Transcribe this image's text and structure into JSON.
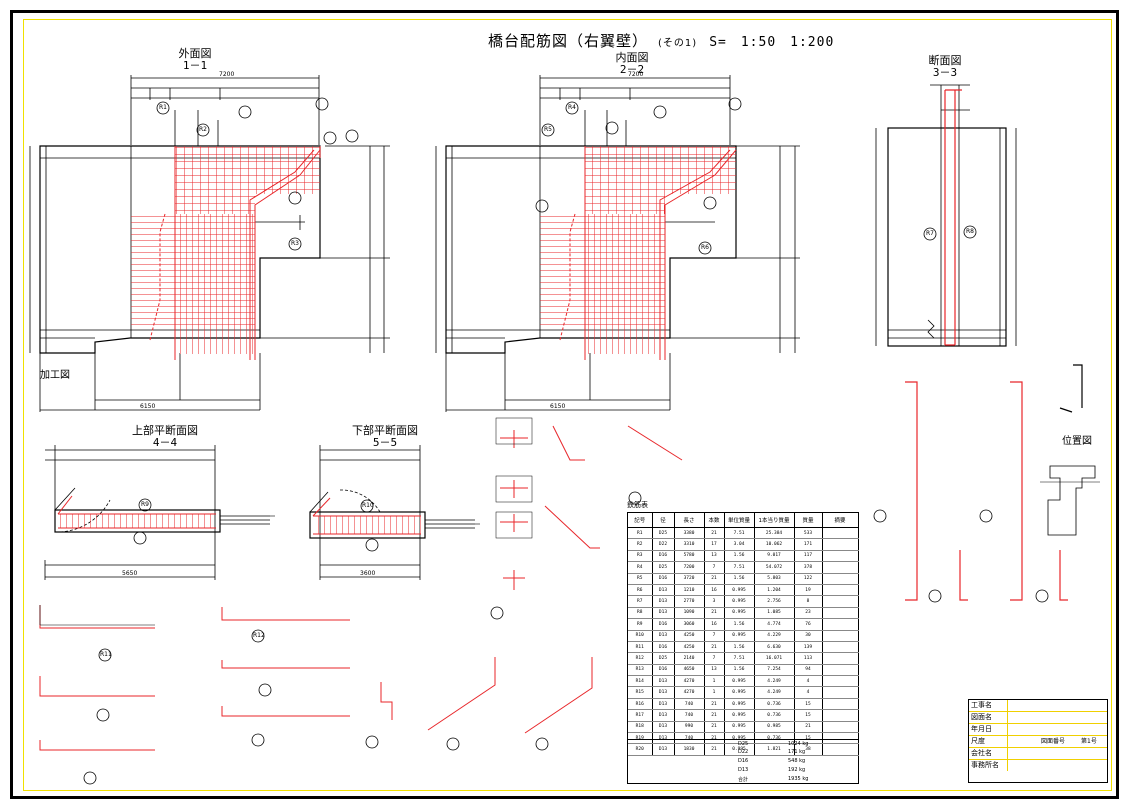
{
  "sheet": {
    "title": "橋台配筋図（右翼壁）",
    "subtitle": "(その1)",
    "scale": "S=　1:50　1:200"
  },
  "views": {
    "outer": {
      "title": "外面図",
      "section": "1－1"
    },
    "inner": {
      "title": "内面図",
      "section": "2－2"
    },
    "cross": {
      "title": "断面図",
      "section": "3－3"
    },
    "upper": {
      "title": "上部平断面図",
      "section": "4－4"
    },
    "lower": {
      "title": "下部平断面図",
      "section": "5－5"
    },
    "processing": "加工図",
    "location": "位置図",
    "schedule": "鉄筋表"
  },
  "dims": {
    "outer_top": "7200",
    "inner_top": "7200",
    "outer_bottom": "6150",
    "inner_bottom": "6150",
    "upper_width": "5650",
    "lower_width": "3600"
  },
  "labels": {
    "r1": "R1",
    "r2": "R2",
    "r3": "R3",
    "r4": "R4",
    "r5": "R5",
    "r6": "R6",
    "r7": "R7",
    "r8": "R8",
    "r9": "R9",
    "r10": "R10",
    "r11": "R11",
    "r12": "R12"
  },
  "bbs": {
    "caption": "鉄筋表",
    "headers": [
      "記号",
      "径",
      "長さ",
      "本数",
      "単位質量",
      "1本当り質量",
      "質量",
      "摘要"
    ],
    "rows": [
      [
        "R1",
        "D25",
        "3380",
        "21",
        "7.51",
        "25.384",
        "533",
        ""
      ],
      [
        "R2",
        "D22",
        "3310",
        "17",
        "3.04",
        "10.062",
        "171",
        ""
      ],
      [
        "R3",
        "D16",
        "5780",
        "13",
        "1.56",
        "9.017",
        "117",
        ""
      ],
      [
        "R4",
        "D25",
        "7200",
        "7",
        "7.51",
        "54.072",
        "378",
        ""
      ],
      [
        "R5",
        "D16",
        "3720",
        "21",
        "1.56",
        "5.803",
        "122",
        ""
      ],
      [
        "R6",
        "D13",
        "1210",
        "16",
        "0.995",
        "1.204",
        "19",
        ""
      ],
      [
        "R7",
        "D13",
        "2770",
        "3",
        "0.995",
        "2.756",
        "8",
        ""
      ],
      [
        "R8",
        "D13",
        "1090",
        "21",
        "0.995",
        "1.085",
        "23",
        ""
      ],
      [
        "R9",
        "D16",
        "3060",
        "16",
        "1.56",
        "4.774",
        "76",
        ""
      ],
      [
        "R10",
        "D13",
        "4250",
        "7",
        "0.995",
        "4.229",
        "30",
        ""
      ],
      [
        "R11",
        "D16",
        "4250",
        "21",
        "1.56",
        "6.630",
        "139",
        ""
      ],
      [
        "R12",
        "D25",
        "2140",
        "7",
        "7.51",
        "16.071",
        "113",
        ""
      ],
      [
        "R13",
        "D16",
        "4650",
        "13",
        "1.56",
        "7.254",
        "94",
        ""
      ],
      [
        "R14",
        "D13",
        "4270",
        "1",
        "0.995",
        "4.249",
        "4",
        ""
      ],
      [
        "R15",
        "D13",
        "4270",
        "1",
        "0.995",
        "4.249",
        "4",
        ""
      ],
      [
        "R16",
        "D13",
        "740",
        "21",
        "0.995",
        "0.736",
        "15",
        ""
      ],
      [
        "R17",
        "D13",
        "740",
        "21",
        "0.995",
        "0.736",
        "15",
        ""
      ],
      [
        "R18",
        "D13",
        "990",
        "21",
        "0.995",
        "0.985",
        "21",
        ""
      ],
      [
        "R19",
        "D13",
        "740",
        "21",
        "0.995",
        "0.736",
        "15",
        ""
      ],
      [
        "R20",
        "D13",
        "1830",
        "21",
        "0.995",
        "1.821",
        "38",
        ""
      ]
    ],
    "totals": [
      {
        "label": "D25",
        "value": "1024 kg"
      },
      {
        "label": "D22",
        "value": "171 kg"
      },
      {
        "label": "D16",
        "value": "548 kg"
      },
      {
        "label": "D13",
        "value": "192 kg"
      },
      {
        "label": "合計",
        "value": "1935 kg"
      }
    ]
  },
  "title_block": {
    "rows": [
      "工事名",
      "図面名",
      "年月日",
      "尺度",
      "会社名",
      "事務所名"
    ],
    "drawing_no_label": "図面番号",
    "drawing_no": "第1号"
  },
  "colors": {
    "rebar": "#e8262a",
    "line": "#000000",
    "frame_inner": "#f0e000"
  }
}
